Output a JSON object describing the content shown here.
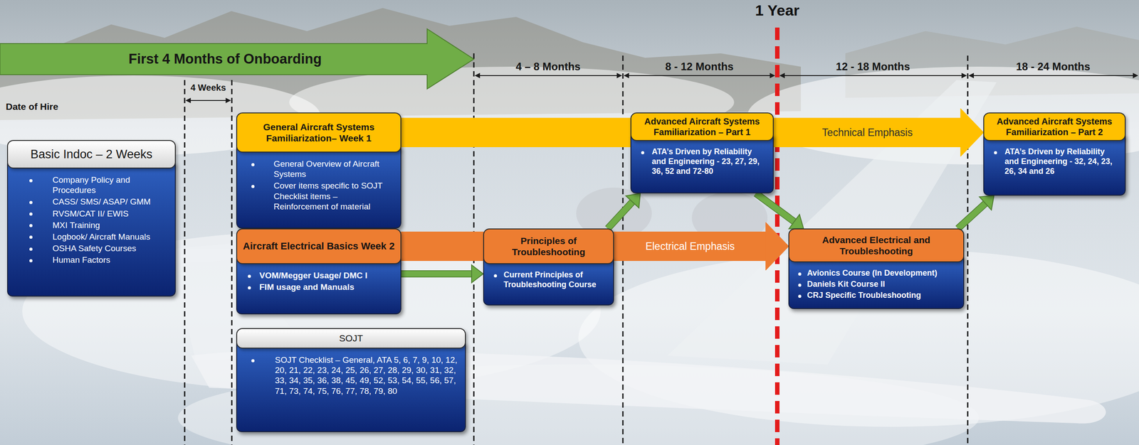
{
  "diagram": {
    "nodes": [
      {
        "text": [
          "Basic Indoc – 2 Weeks",
          "Company Policy and Procedures",
          "CASS/ SMS/ ASAP/ GMM",
          "RVSM/CAT II/ EWIS",
          "MXI Training",
          "Logbook/ Aircraft Manuals",
          "OSHA Safety Courses",
          "Human Factors"
        ]
      },
      {
        "text": [
          "General Aircraft Systems Familiarization– Week 1",
          "General Overview of Aircraft Systems",
          "Cover items specific to SOJT Checklist items – Reinforcement of material"
        ]
      },
      {
        "text": [
          "Aircraft Electrical Basics Week 2",
          "VOM/Megger Usage/ DMC I",
          "FIM usage and Manuals"
        ]
      },
      {
        "text": [
          "SOJT",
          "SOJT Checklist – General, ATA 5, 6, 7, 9, 10, 12, 20, 21, 22, 23, 24, 25, 26, 27, 28, 29, 30, 31, 32, 33, 34, 35, 36, 38, 45, 49, 52, 53, 54, 55, 56, 57, 71, 73, 74, 75, 76, 77, 78, 79, 80"
        ]
      },
      {
        "text": [
          "Principles of Troubleshooting",
          "Current Principles of Troubleshooting Course"
        ]
      },
      {
        "text": [
          "Advanced Aircraft Systems Familiarization – Part 1",
          "ATA’s Driven by Reliability and Engineering - 23, 27, 29, 36, 52 and 72-80"
        ]
      },
      {
        "text": [
          "Advanced Electrical and Troubleshooting",
          "Avionics Course (In Development)",
          "Daniels Kit Course II",
          "CRJ Specific Troubleshooting"
        ]
      },
      {
        "text": [
          "Advanced Aircraft Systems Familiarization – Part 2",
          "ATA’s Driven by Reliability and Engineering - 32, 24, 23, 26, 34 and 26"
        ]
      }
    ],
    "edges": [
      {
        "from": 1,
        "to": 5,
        "arrow": "none"
      },
      {
        "from": 5,
        "to": 7,
        "label": "Technical Emphasis",
        "arrow": "to"
      },
      {
        "from": 2,
        "to": 4,
        "arrow": "none"
      },
      {
        "from": 4,
        "to": 6,
        "label": "Electrical Emphasis",
        "arrow": "to"
      },
      {
        "from": 2,
        "to": 4,
        "arrow": "to"
      },
      {
        "from": 4,
        "to": 5,
        "arrow": "to"
      },
      {
        "from": 5,
        "to": 6,
        "arrow": "to"
      },
      {
        "from": 6,
        "to": 7,
        "arrow": "to"
      }
    ],
    "labels": [
      "1 Year",
      "First 4 Months of Onboarding",
      "4 Weeks",
      "4 – 8 Months",
      "8 - 12 Months",
      "12 - 18 Months",
      "18 - 24 Months",
      "Date of Hire"
    ]
  }
}
